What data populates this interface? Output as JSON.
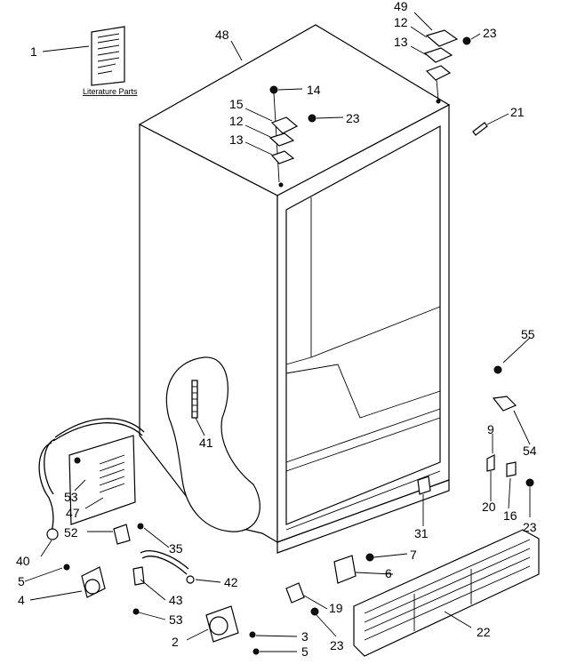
{
  "literature": {
    "caption": "Literature Parts"
  },
  "callouts": [
    {
      "id": "c1",
      "text": "1"
    },
    {
      "id": "c48",
      "text": "48"
    },
    {
      "id": "c49",
      "text": "49"
    },
    {
      "id": "c12a",
      "text": "12"
    },
    {
      "id": "c23a",
      "text": "23"
    },
    {
      "id": "c13a",
      "text": "13"
    },
    {
      "id": "c14",
      "text": "14"
    },
    {
      "id": "c15",
      "text": "15"
    },
    {
      "id": "c12b",
      "text": "12"
    },
    {
      "id": "c23b",
      "text": "23"
    },
    {
      "id": "c13b",
      "text": "13"
    },
    {
      "id": "c21",
      "text": "21"
    },
    {
      "id": "c55",
      "text": "55"
    },
    {
      "id": "c41",
      "text": "41"
    },
    {
      "id": "c9",
      "text": "9"
    },
    {
      "id": "c54",
      "text": "54"
    },
    {
      "id": "c53a",
      "text": "53"
    },
    {
      "id": "c47",
      "text": "47"
    },
    {
      "id": "c20",
      "text": "20"
    },
    {
      "id": "c16",
      "text": "16"
    },
    {
      "id": "c31",
      "text": "31"
    },
    {
      "id": "c23c",
      "text": "23"
    },
    {
      "id": "c52",
      "text": "52"
    },
    {
      "id": "c35",
      "text": "35"
    },
    {
      "id": "c40",
      "text": "40"
    },
    {
      "id": "c7",
      "text": "7"
    },
    {
      "id": "c5a",
      "text": "5"
    },
    {
      "id": "c6",
      "text": "6"
    },
    {
      "id": "c42",
      "text": "42"
    },
    {
      "id": "c4",
      "text": "4"
    },
    {
      "id": "c43",
      "text": "43"
    },
    {
      "id": "c19",
      "text": "19"
    },
    {
      "id": "c53b",
      "text": "53"
    },
    {
      "id": "c22",
      "text": "22"
    },
    {
      "id": "c3",
      "text": "3"
    },
    {
      "id": "c2",
      "text": "2"
    },
    {
      "id": "c23d",
      "text": "23"
    },
    {
      "id": "c5b",
      "text": "5"
    }
  ]
}
